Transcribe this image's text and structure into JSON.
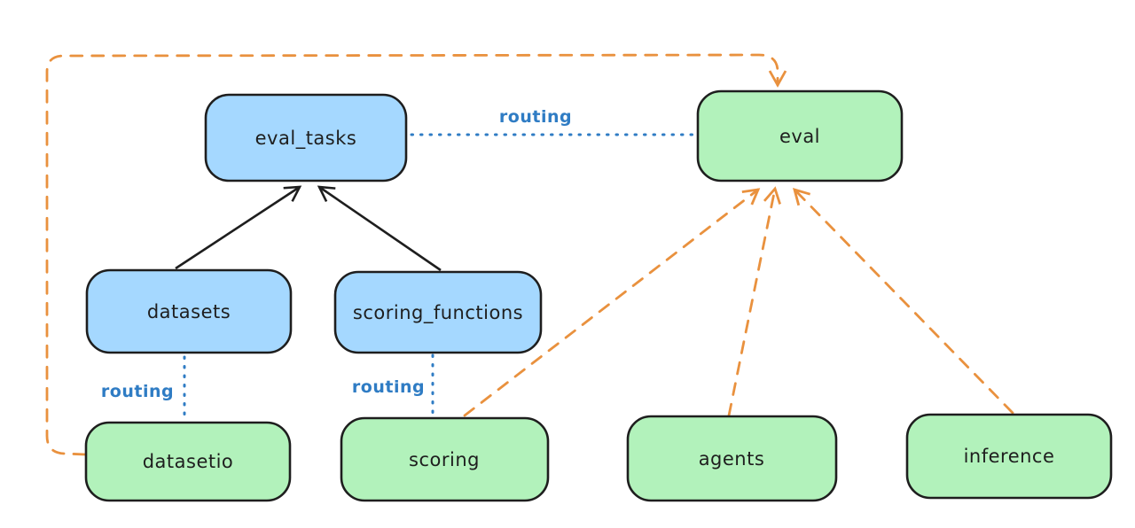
{
  "diagram": {
    "colors": {
      "background": "#ffffff",
      "stroke": "#1e1e1e",
      "blue_fill": "#a5d8ff",
      "green_fill": "#b2f2bb",
      "routing_blue": "#2f7cc4",
      "orange": "#e9913e"
    },
    "nodes": [
      {
        "id": "eval_tasks",
        "label": "eval_tasks",
        "color": "blue"
      },
      {
        "id": "eval",
        "label": "eval",
        "color": "green"
      },
      {
        "id": "datasets",
        "label": "datasets",
        "color": "blue"
      },
      {
        "id": "scoring_functions",
        "label": "scoring_functions",
        "color": "blue"
      },
      {
        "id": "datasetio",
        "label": "datasetio",
        "color": "green"
      },
      {
        "id": "scoring",
        "label": "scoring",
        "color": "green"
      },
      {
        "id": "agents",
        "label": "agents",
        "color": "green"
      },
      {
        "id": "inference",
        "label": "inference",
        "color": "green"
      }
    ],
    "edges": [
      {
        "from": "datasets",
        "to": "eval_tasks",
        "style": "solid",
        "color": "black",
        "label": ""
      },
      {
        "from": "scoring_functions",
        "to": "eval_tasks",
        "style": "solid",
        "color": "black",
        "label": ""
      },
      {
        "from": "eval_tasks",
        "to": "eval",
        "style": "dotted",
        "color": "blue",
        "label": "routing"
      },
      {
        "from": "datasets",
        "to": "datasetio",
        "style": "dotted",
        "color": "blue",
        "label": "routing"
      },
      {
        "from": "scoring_functions",
        "to": "scoring",
        "style": "dotted",
        "color": "blue",
        "label": "routing"
      },
      {
        "from": "datasetio",
        "to": "eval",
        "style": "dashed",
        "color": "orange",
        "label": ""
      },
      {
        "from": "scoring",
        "to": "eval",
        "style": "dashed",
        "color": "orange",
        "label": ""
      },
      {
        "from": "agents",
        "to": "eval",
        "style": "dashed",
        "color": "orange",
        "label": ""
      },
      {
        "from": "inference",
        "to": "eval",
        "style": "dashed",
        "color": "orange",
        "label": ""
      }
    ]
  }
}
